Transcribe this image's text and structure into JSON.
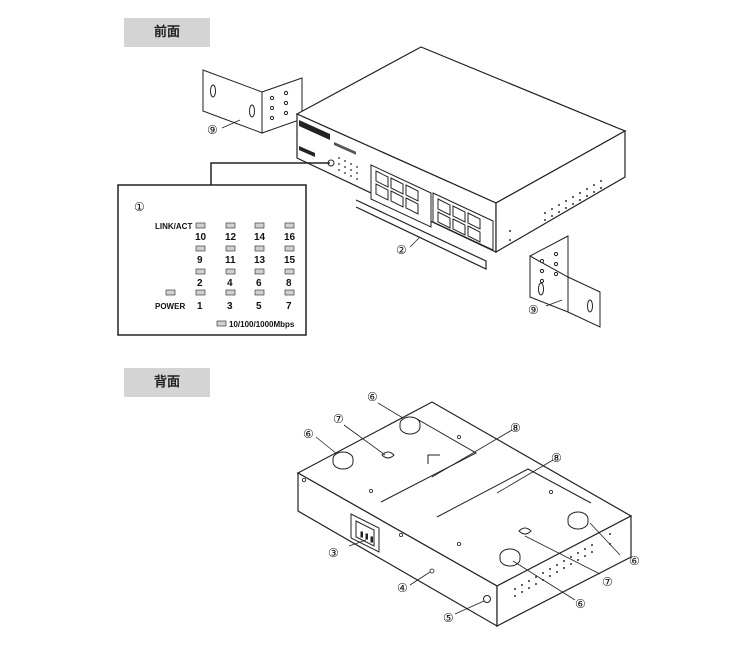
{
  "sections": {
    "front": "前面",
    "back": "背面"
  },
  "led_panel": {
    "callout": "①",
    "link_act_label": "LINK/ACT",
    "power_label": "POWER",
    "speed_label": "10/100/1000Mbps",
    "ports_top": [
      "10",
      "12",
      "14",
      "16"
    ],
    "ports_row2": [
      "9",
      "11",
      "13",
      "15"
    ],
    "ports_row3": [
      "2",
      "4",
      "6",
      "8"
    ],
    "ports_bottom": [
      "1",
      "3",
      "5",
      "7"
    ]
  },
  "callouts": {
    "c2": "②",
    "c3": "③",
    "c4": "④",
    "c5": "⑤",
    "c6a": "⑥",
    "c6b": "⑥",
    "c6c": "⑥",
    "c6d": "⑥",
    "c7a": "⑦",
    "c7b": "⑦",
    "c8a": "⑧",
    "c8b": "⑧",
    "c9a": "⑨",
    "c9b": "⑨"
  }
}
